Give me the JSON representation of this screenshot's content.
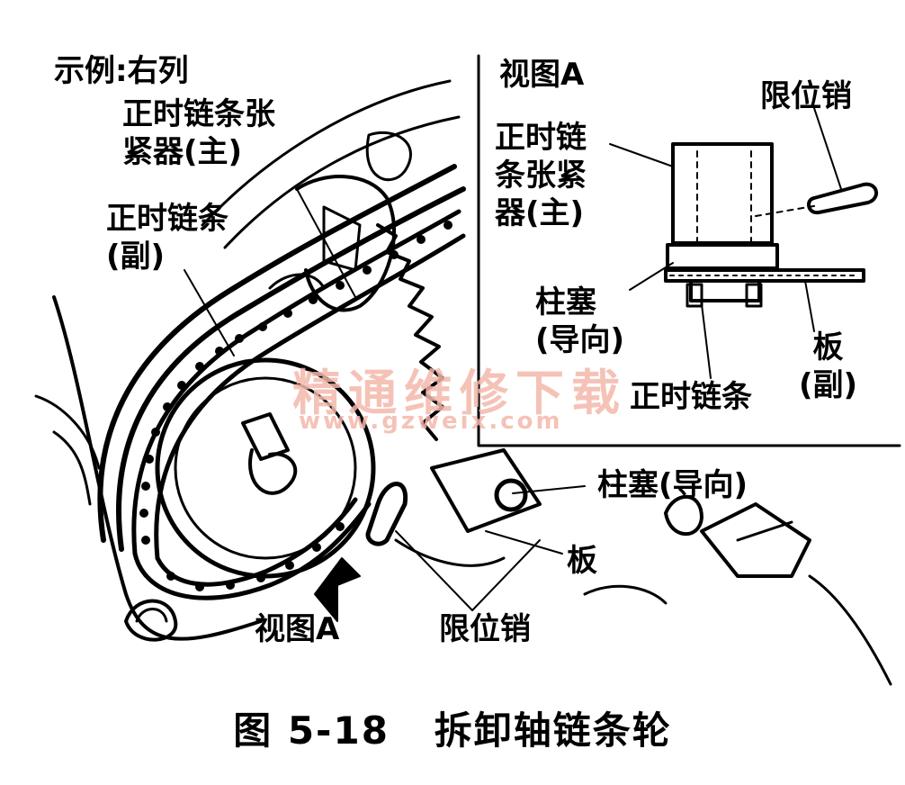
{
  "labels": {
    "example": "示例:右列",
    "tensioner_main": "正时链条张\n紧器(主)",
    "chain_sub": "正时链条\n(副)",
    "view_a_bottom": "视图A",
    "limit_pin_bottom": "限位销",
    "plunger_guide_main": "柱塞(导向)",
    "plate_main": "板"
  },
  "inset": {
    "title": "视图A",
    "limit_pin": "限位销",
    "tensioner_main": "正时链\n条张紧\n器(主)",
    "plunger_guide": "柱塞\n(导向)",
    "timing_chain": "正时链条",
    "plate_sub": "板\n(副)"
  },
  "watermark": {
    "text": "精通维修下载",
    "url": "www.gzweix.com",
    "color": "#f4b8ab"
  },
  "caption": "图 5-18   拆卸轴链条轮"
}
